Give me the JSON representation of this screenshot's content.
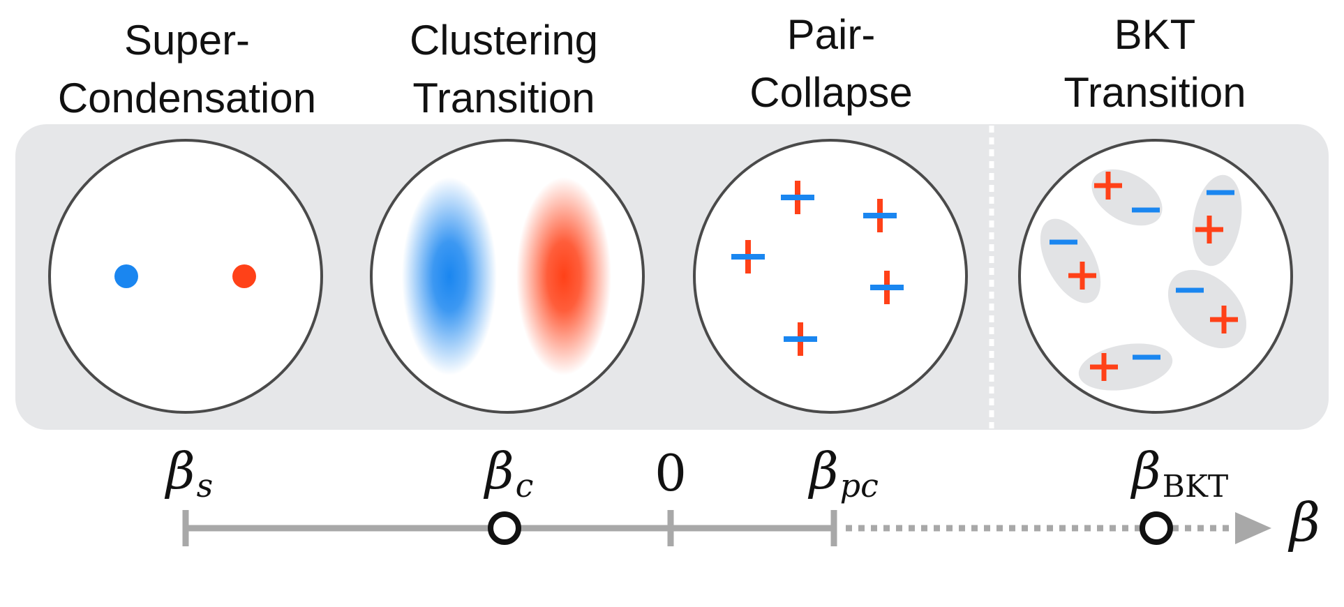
{
  "phases": [
    {
      "title_line1": "Super-",
      "title_line2": "Condensation"
    },
    {
      "title_line1": "Clustering",
      "title_line2": "Transition"
    },
    {
      "title_line1": "Pair-",
      "title_line2": "Collapse"
    },
    {
      "title_line1": "BKT",
      "title_line2": "Transition"
    }
  ],
  "axis": {
    "label": "β",
    "zero": "0",
    "markers": [
      {
        "symbol": "β",
        "sub": "s",
        "kind": "tick"
      },
      {
        "symbol": "β",
        "sub": "c",
        "kind": "open-circle"
      },
      {
        "symbol": "β",
        "sub": "pc",
        "kind": "tick"
      },
      {
        "symbol": "β",
        "sub": "BKT",
        "kind": "open-circle"
      }
    ]
  },
  "charges": {
    "plus": "+",
    "minus": "−"
  },
  "colors": {
    "panel": "#e6e7e9",
    "pair_ellipse": "#e2e3e5",
    "circle_stroke": "#4a4a4a",
    "axis": "#a8a8a8",
    "positive": "#ff4118",
    "negative": "#1a86f0"
  }
}
